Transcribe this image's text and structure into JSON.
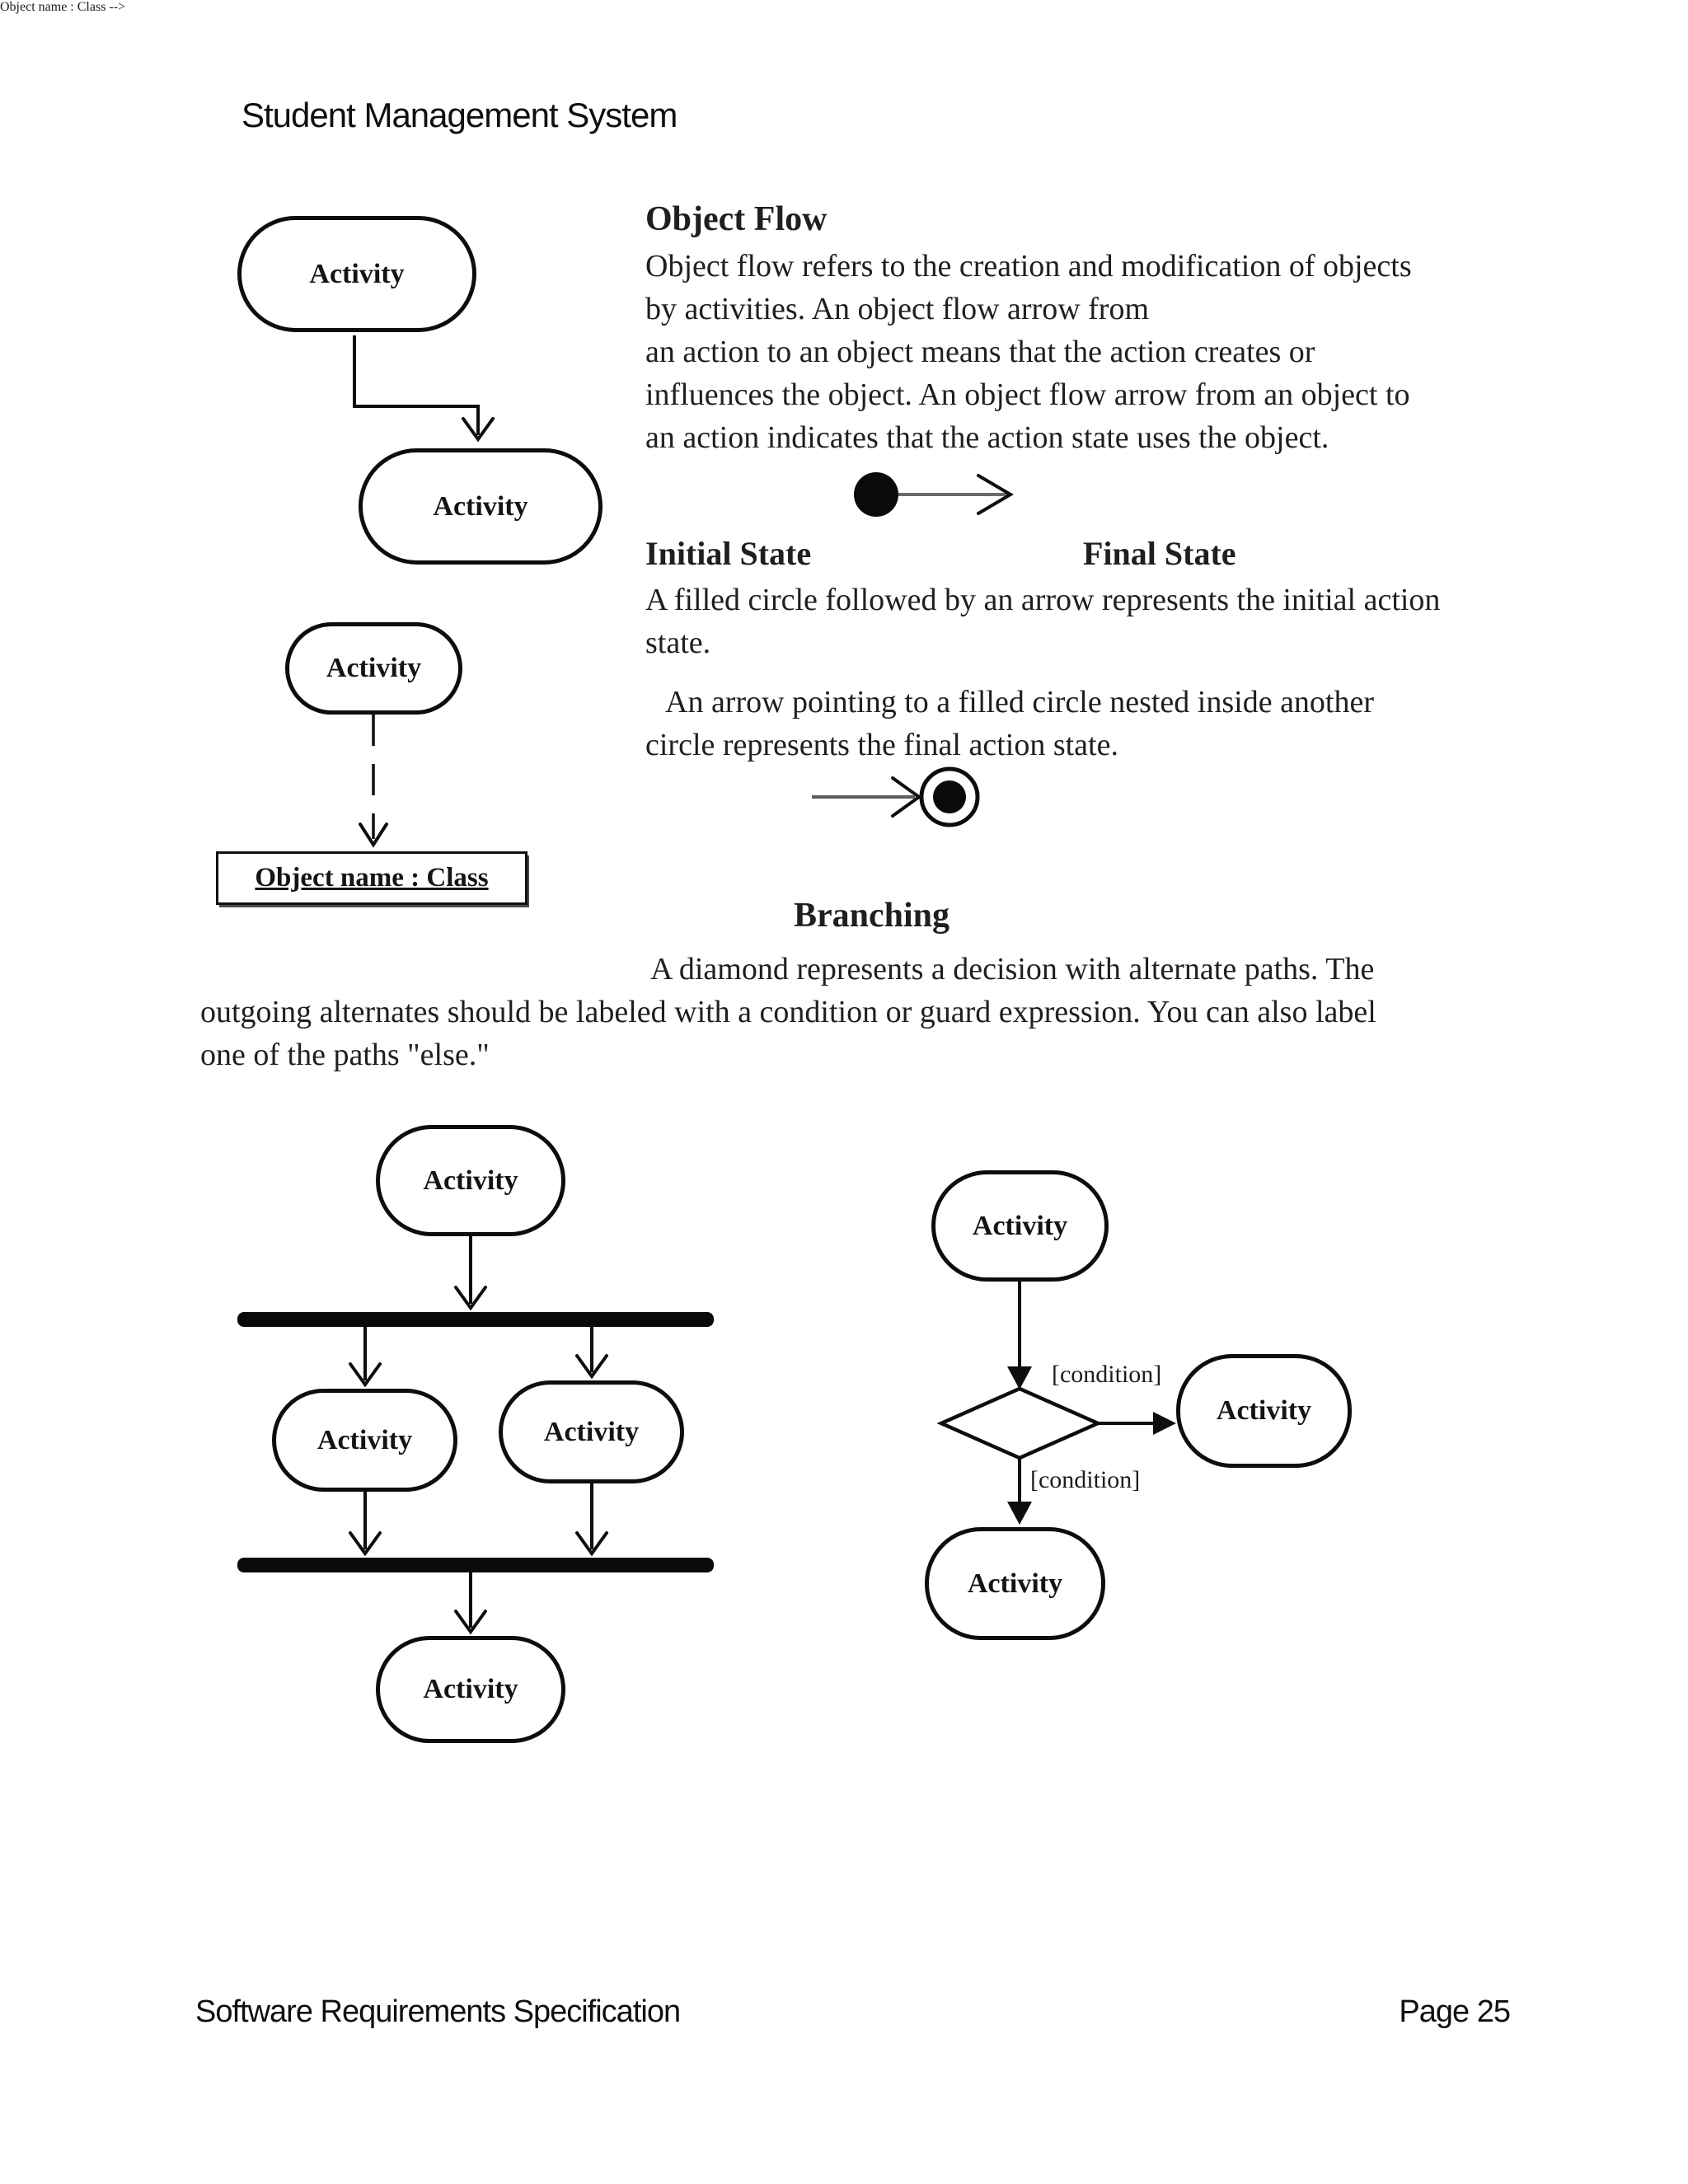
{
  "page": {
    "header_title": "Student Management System",
    "footer_left": "Software Requirements Specification",
    "footer_right": "Page 25"
  },
  "sections": {
    "object_flow": {
      "heading": "Object Flow",
      "body": "Object flow refers to the creation and modification of objects\nby activities. An object flow arrow from\nan action to an object means that the action creates or\ninfluences the object. An object flow arrow from an object to\nan action indicates that the action state uses the object."
    },
    "states": {
      "initial_label": "Initial State",
      "final_label": "Final State",
      "initial_text": "A filled circle followed by an arrow represents the initial action\nstate.",
      "final_text": "An arrow pointing to a filled circle nested inside another\ncircle represents the final action state."
    },
    "branching": {
      "heading": "Branching",
      "body": "A diamond represents a decision with alternate paths. The\noutgoing alternates should be labeled with a condition or guard expression. You can also label\none of the paths \"else.\""
    }
  },
  "diagrams": {
    "sequence": {
      "node1": "Activity",
      "node2": "Activity"
    },
    "object_example": {
      "activity": "Activity",
      "object_box": "Object name : Class"
    },
    "fork_join": {
      "top": "Activity",
      "left": "Activity",
      "right": "Activity",
      "bottom": "Activity"
    },
    "branch": {
      "top": "Activity",
      "right": "Activity",
      "bottom": "Activity",
      "condition_right": "[condition]",
      "condition_down": "[condition]"
    }
  },
  "colors": {
    "ink": "#0e0e0e",
    "gray_line": "#6b6b6b"
  }
}
